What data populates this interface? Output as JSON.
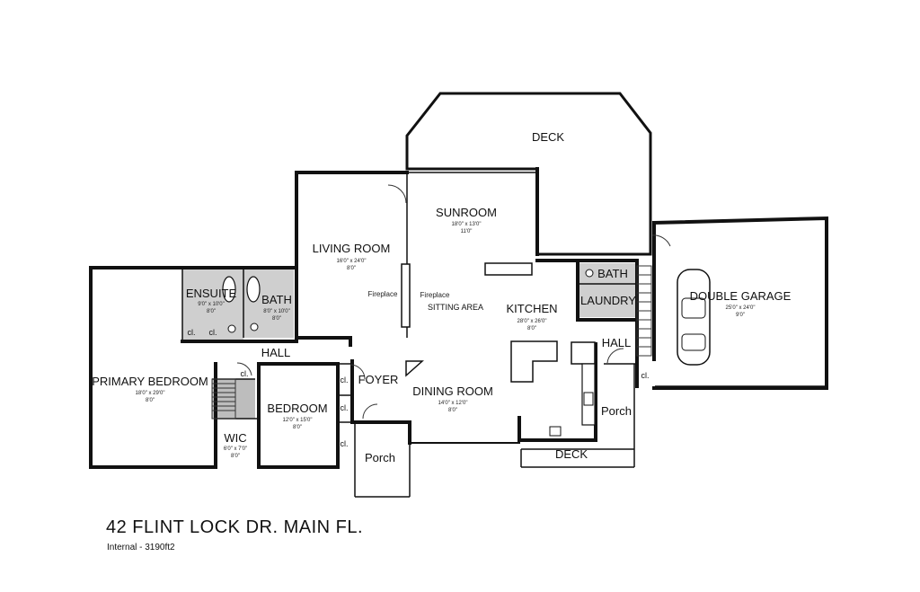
{
  "plan": {
    "title": "42 FLINT LOCK DR. MAIN FL.",
    "subtitle": "Internal - 3190ft2"
  },
  "rooms": {
    "deck_top": {
      "name": "DECK"
    },
    "sunroom": {
      "name": "SUNROOM",
      "dim": "18'0\" x 13'0\"",
      "ceiling": "11'0\""
    },
    "living_room": {
      "name": "LIVING ROOM",
      "dim": "16'0\" x 24'0\"",
      "ceiling": "8'0\""
    },
    "ensuite": {
      "name": "ENSUITE",
      "dim": "9'0\" x 10'0\"",
      "ceiling": "8'0\""
    },
    "bath": {
      "name": "BATH",
      "dim": "8'0\" x 10'0\"",
      "ceiling": "8'0\""
    },
    "primary_bedroom": {
      "name": "PRIMARY BEDROOM",
      "dim": "18'0\" x 29'0\"",
      "ceiling": "8'0\""
    },
    "bedroom": {
      "name": "BEDROOM",
      "dim": "12'0\" x 15'0\"",
      "ceiling": "8'0\""
    },
    "wic": {
      "name": "WIC",
      "dim": "6'0\" x 7'0\"",
      "ceiling": "8'0\""
    },
    "kitchen": {
      "name": "KITCHEN",
      "dim": "28'0\" x 26'0\"",
      "ceiling": "8'0\""
    },
    "dining_room": {
      "name": "DINING ROOM",
      "dim": "14'0\" x 12'0\"",
      "ceiling": "8'0\""
    },
    "double_garage": {
      "name": "DOUBLE GARAGE",
      "dim": "25'0\" x 24'0\"",
      "ceiling": "9'0\""
    },
    "bath2": {
      "name": "BATH"
    },
    "laundry": {
      "name": "LAUNDRY"
    },
    "hall_left": {
      "name": "HALL"
    },
    "hall_right": {
      "name": "HALL"
    },
    "foyer": {
      "name": "FOYER"
    },
    "porch_front": {
      "name": "Porch"
    },
    "porch_side": {
      "name": "Porch"
    },
    "deck_bottom": {
      "name": "DECK"
    },
    "sitting_area": {
      "name": "SITTING AREA"
    }
  },
  "labels": {
    "fireplace_1": "Fireplace",
    "fireplace_2": "Fireplace",
    "closet": "cl."
  }
}
